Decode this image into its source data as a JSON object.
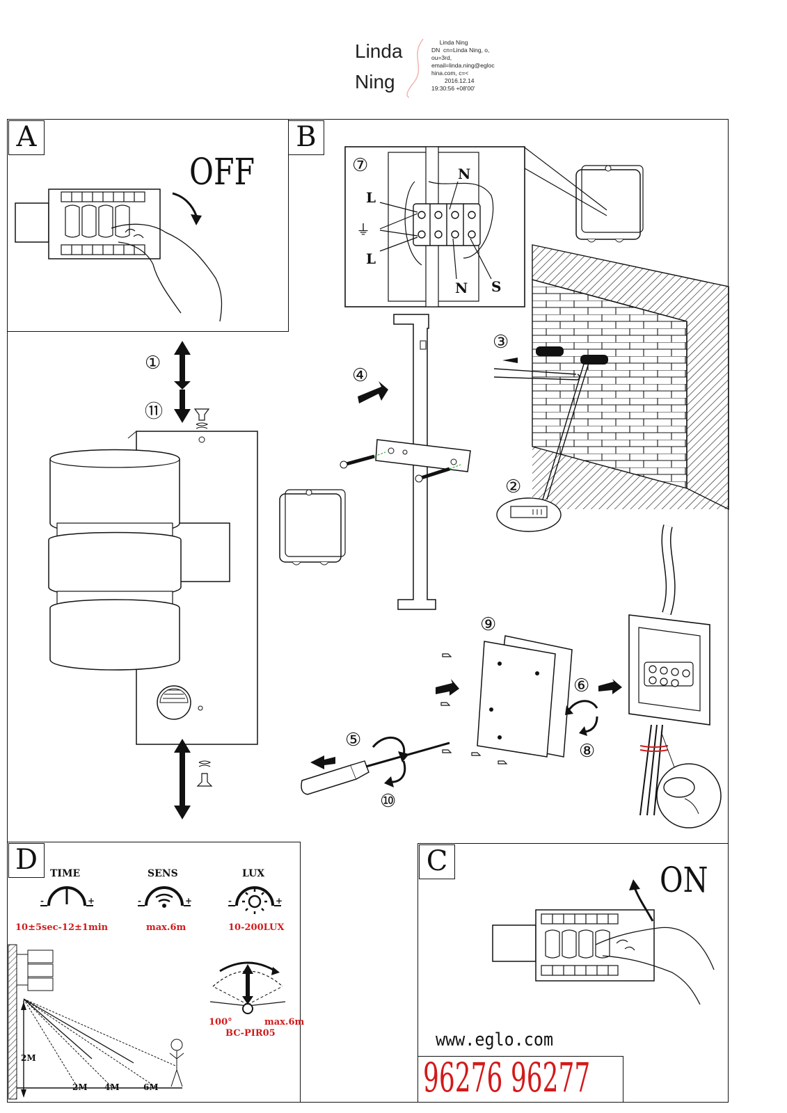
{
  "stamp": {
    "name_line1": "Linda",
    "name_line2": "Ning",
    "details": "     Linda Ning\nDN  cn=Linda Ning, o,\nou=3rd,\nemail=linda.ning@egloc\nhina.com, c=<\n        2016.12.14\n19:30:56 +08'00'"
  },
  "panels": {
    "a": {
      "letter": "A",
      "label": "OFF"
    },
    "b": {
      "letter": "B"
    },
    "c": {
      "letter": "C",
      "label": "ON",
      "website": "www.eglo.com"
    },
    "d": {
      "letter": "D"
    }
  },
  "steps": {
    "s1": "①",
    "s2": "②",
    "s3": "③",
    "s4": "④",
    "s5": "⑤",
    "s6": "⑥",
    "s7": "⑦",
    "s8": "⑧",
    "s9": "⑨",
    "s10": "⑩",
    "s11": "⑪"
  },
  "wiring": {
    "l_top": "L",
    "l_bottom": "L",
    "n_top": "N",
    "n_bottom": "N",
    "s": "S",
    "earth": "⏚"
  },
  "sensor": {
    "time_label": "TIME",
    "sens_label": "SENS",
    "lux_label": "LUX",
    "time_value": "10±5sec-12±1min",
    "sens_value": "max.6m",
    "lux_value": "10-200LUX",
    "angle": "100°",
    "range": "max.6m",
    "model": "BC-PIR05",
    "height": "2M",
    "dist1": "2M",
    "dist2": "4M",
    "dist3": "6M",
    "minus": "-",
    "plus": "+"
  },
  "product_codes": "96276 96277",
  "colors": {
    "line": "#111111",
    "red": "#d21a1a",
    "stamp_line": "#f0b6b0"
  }
}
